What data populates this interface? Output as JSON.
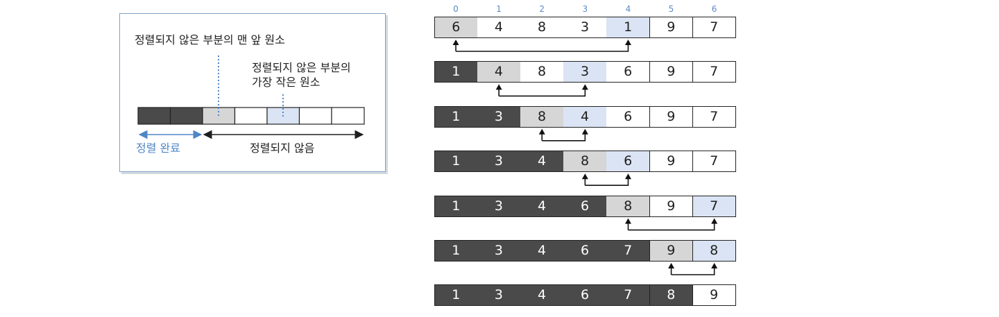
{
  "legend": {
    "front_label": "정렬되지 않은 부분의 맨 앞 원소",
    "min_label_line1": "정렬되지 않은 부분의",
    "min_label_line2": "가장 작은 원소",
    "sorted_label": "정렬 완료",
    "unsorted_label": "정렬되지 않음"
  },
  "indices": [
    "0",
    "1",
    "2",
    "3",
    "4",
    "5",
    "6"
  ],
  "colors": {
    "sorted": "#4a4a4a",
    "front": "#d6d6d6",
    "min": "#dbe4f4",
    "plain": "#ffffff",
    "accent": "#4f86c6"
  },
  "steps": [
    {
      "values": [
        "6",
        "4",
        "8",
        "3",
        "1",
        "9",
        "7"
      ],
      "sorted_count": 0,
      "front": 0,
      "min": 4
    },
    {
      "values": [
        "1",
        "4",
        "8",
        "3",
        "6",
        "9",
        "7"
      ],
      "sorted_count": 1,
      "front": 1,
      "min": 3
    },
    {
      "values": [
        "1",
        "3",
        "8",
        "4",
        "6",
        "9",
        "7"
      ],
      "sorted_count": 2,
      "front": 2,
      "min": 3
    },
    {
      "values": [
        "1",
        "3",
        "4",
        "8",
        "6",
        "9",
        "7"
      ],
      "sorted_count": 3,
      "front": 3,
      "min": 4
    },
    {
      "values": [
        "1",
        "3",
        "4",
        "6",
        "8",
        "9",
        "7"
      ],
      "sorted_count": 4,
      "front": 4,
      "min": 6
    },
    {
      "values": [
        "1",
        "3",
        "4",
        "6",
        "7",
        "9",
        "8"
      ],
      "sorted_count": 5,
      "front": 5,
      "min": 6
    },
    {
      "values": [
        "1",
        "3",
        "4",
        "6",
        "7",
        "8",
        "9"
      ],
      "sorted_count": 6,
      "front": null,
      "min": null
    }
  ]
}
